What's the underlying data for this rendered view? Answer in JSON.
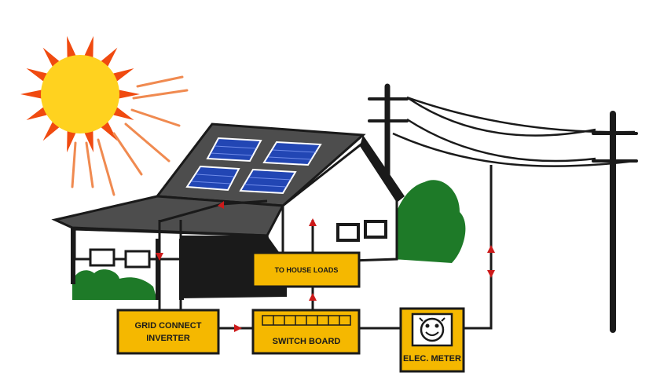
{
  "labels": {
    "inverter_line1": "GRID CONNECT",
    "inverter_line2": "INVERTER",
    "switch_board": "SWITCH BOARD",
    "house_loads": "TO HOUSE LOADS",
    "meter": "ELEC. METER"
  },
  "colors": {
    "box_fill": "#f5b800",
    "box_stroke": "#1a1a1a",
    "wire": "#1a1a1a",
    "arrow": "#cc1a1a",
    "sun": "#ffd21f",
    "sun_rays": "#f04a10",
    "roof": "#4d4d4d",
    "panel": "#2246b4",
    "house_wall": "#ffffff",
    "bushes": "#1e7a28"
  },
  "icons": [
    "sun-icon",
    "solar-panel-icon",
    "house-icon",
    "utility-pole-icon",
    "meter-face-icon",
    "arrow-icon"
  ]
}
